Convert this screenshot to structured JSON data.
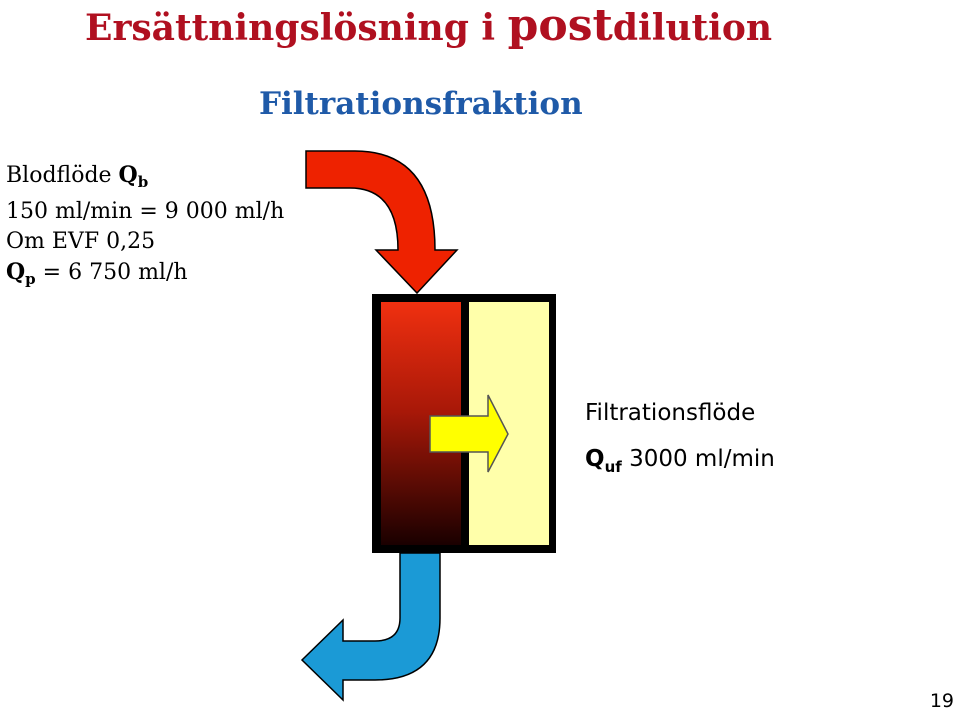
{
  "title": {
    "part1": "Ersättningslösning i ",
    "part2": "post",
    "part3": "dilution"
  },
  "subtitle": "Filtrationsfraktion",
  "blood_flow": {
    "label": "Blodflöde ",
    "symbol": "Q",
    "symbol_sub": "b",
    "rate": "150 ml/min = 9 000 ml/h",
    "evf": "Om EVF 0,25",
    "plasma_symbol": "Q",
    "plasma_sub": "p",
    "plasma_value": " = 6 750 ml/h"
  },
  "ultrafiltration": {
    "label": "Filtrationsflöde",
    "symbol": "Q",
    "symbol_sub": "uf",
    "value": " 3000 ml/min"
  },
  "page_number": "19",
  "colors": {
    "title": "#b01020",
    "subtitle": "#1f5aa8",
    "inflow_arrow": "#ee2200",
    "outflow_arrow": "#1b9ad6",
    "filtrate_arrow": "#ffff00",
    "filtrate_compartment": "#ffffaa"
  }
}
